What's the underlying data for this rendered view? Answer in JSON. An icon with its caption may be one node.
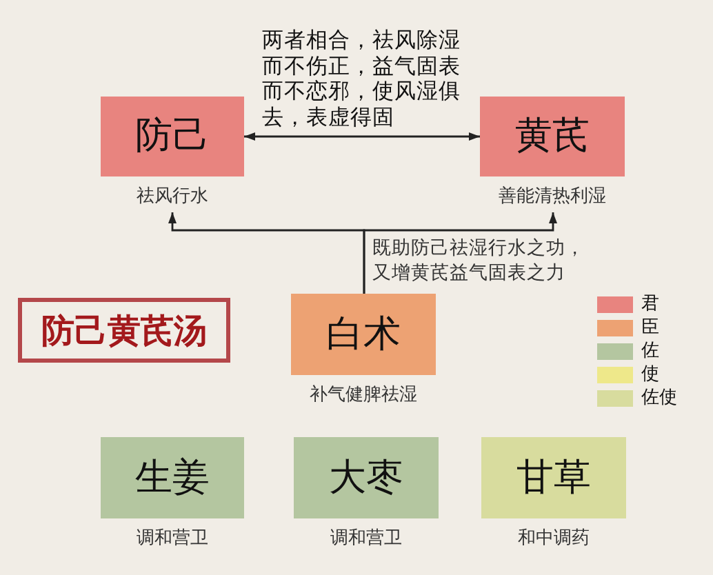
{
  "diagram": {
    "title": "防己黄芪汤",
    "nodes": [
      {
        "text": [
          "防己"
        ],
        "beside": [
          "祛风行水"
        ]
      },
      {
        "text": [
          "黄芪"
        ],
        "beside": [
          "善能清热利湿"
        ]
      },
      {
        "text": [
          "白术"
        ],
        "beside": [
          "补气健脾祛湿"
        ]
      },
      {
        "text": [
          "生姜"
        ],
        "beside": [
          "调和营卫"
        ]
      },
      {
        "text": [
          "大枣"
        ],
        "beside": [
          "调和营卫"
        ]
      },
      {
        "text": [
          "甘草"
        ],
        "beside": [
          "和中调药"
        ]
      }
    ],
    "edges": [
      {
        "from": 0,
        "to": 1,
        "arrow": "both",
        "label": "两者相合，祛风除湿而不伤正，益气固表而不恋邪，使风湿俱去，表虚得固"
      },
      {
        "from": 2,
        "to": 0,
        "arrow": "to",
        "label": "既助防己祛湿行水之功，又增黄芪益气固表之力"
      },
      {
        "from": 2,
        "to": 1,
        "arrow": "to"
      }
    ],
    "legend": [
      {
        "text": "君",
        "color": "#e8847f"
      },
      {
        "text": "臣",
        "color": "#eda273"
      },
      {
        "text": "佐",
        "color": "#b4c6a0"
      },
      {
        "text": "使",
        "color": "#eee88a"
      },
      {
        "text": "佐使",
        "color": "#d8dc9e"
      }
    ]
  }
}
